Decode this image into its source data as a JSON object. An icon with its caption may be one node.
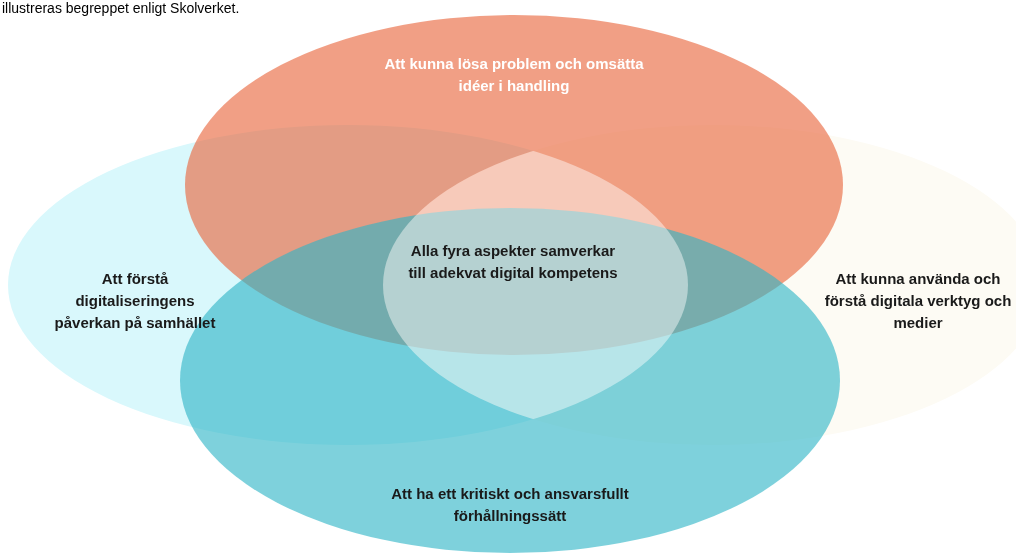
{
  "diagram": {
    "nodes": [
      {
        "text": [
          "Att kunna lösa problem och omsätta idéer i handling"
        ]
      },
      {
        "text": [
          "Att förstå digitaliseringens påverkan på samhället"
        ]
      },
      {
        "text": [
          "Att kunna använda och förstå digitala verktyg och medier"
        ]
      },
      {
        "text": [
          "Att ha ett kritiskt och ansvarsfullt förhållningssätt"
        ]
      }
    ],
    "edges": [],
    "labels": [
      "illustreras begreppet enligt Skolverket.",
      "Alla fyra aspekter samverkar till adekvat digital kompetens"
    ]
  }
}
